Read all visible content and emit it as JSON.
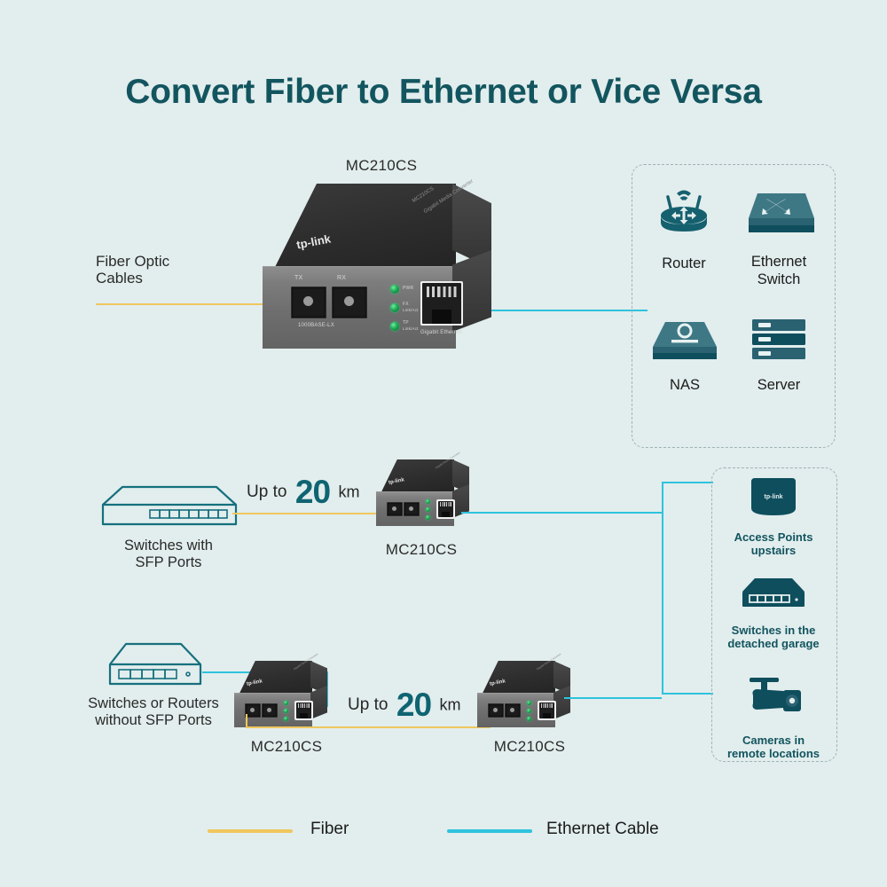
{
  "page": {
    "title": "Convert Fiber to Ethernet or Vice Versa",
    "background_color": "#e2eded",
    "accent_teal": "#12555f",
    "fiber_color": "#efc75e",
    "ethernet_color": "#2ec3dd"
  },
  "top_section": {
    "device_label": "MC210CS",
    "fiber_label_line1": "Fiber Optic",
    "fiber_label_line2": "Cables",
    "device_ports": {
      "tx": "TX",
      "rx": "RX",
      "fiber_standard": "1000BASE-LX",
      "ethernet_port": "Gigabit Ethernet",
      "brand": "tp-link",
      "side_text": "Gigabit Media Converter",
      "side_model": "MC210CS"
    },
    "leds": [
      {
        "name": "PWR"
      },
      {
        "name": "FX",
        "sub": "Link/Act"
      },
      {
        "name": "TP",
        "sub": "Link/Act"
      }
    ],
    "targets": [
      {
        "icon": "router-icon",
        "label": "Router"
      },
      {
        "icon": "ethernet-switch-icon",
        "label": "Ethernet\nSwitch",
        "label_line1": "Ethernet",
        "label_line2": "Switch"
      },
      {
        "icon": "nas-icon",
        "label": "NAS"
      },
      {
        "icon": "server-icon",
        "label": "Server"
      }
    ]
  },
  "middle_section": {
    "source_label_line1": "Switches with",
    "source_label_line2": "SFP Ports",
    "distance": {
      "prefix": "Up to",
      "value": "20",
      "unit": "km"
    },
    "device_label": "MC210CS",
    "targets": [
      {
        "icon": "access-point-icon",
        "line1": "Access Points",
        "line2": "upstairs"
      },
      {
        "icon": "switch-icon",
        "line1": "Switches in the",
        "line2": "detached garage"
      },
      {
        "icon": "camera-icon",
        "line1": "Cameras in",
        "line2": "remote locations"
      }
    ]
  },
  "bottom_section": {
    "source_label_line1": "Switches or Routers",
    "source_label_line2": "without SFP Ports",
    "device_label_left": "MC210CS",
    "device_label_right": "MC210CS",
    "distance": {
      "prefix": "Up to",
      "value": "20",
      "unit": "km"
    }
  },
  "legend": {
    "fiber": "Fiber",
    "ethernet": "Ethernet Cable"
  }
}
